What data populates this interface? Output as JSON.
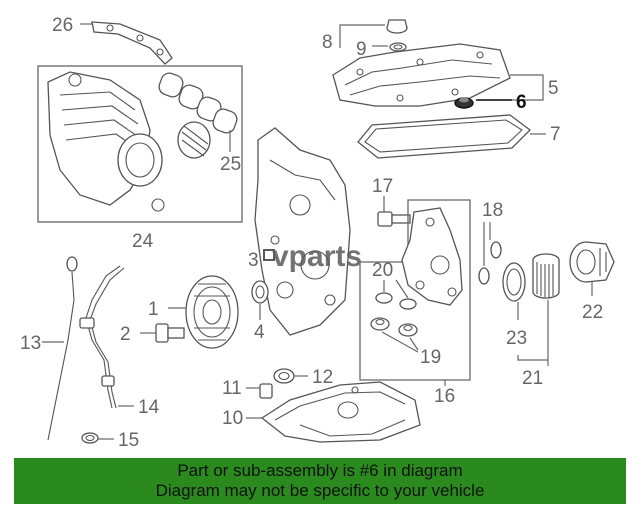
{
  "watermark": "vparts",
  "callouts": [
    "26",
    "8",
    "9",
    "5",
    "6",
    "7",
    "25",
    "24",
    "17",
    "18",
    "3",
    "20",
    "1",
    "2",
    "4",
    "13",
    "19",
    "22",
    "23",
    "21",
    "11",
    "12",
    "10",
    "14",
    "15",
    "16"
  ],
  "highlight_part": "6",
  "banner": {
    "line1": "Part or sub-assembly is #6 in diagram",
    "line2": "Diagram may not be specific to your vehicle"
  },
  "colors": {
    "banner_bg": "#2a8a1e",
    "line": "#555555",
    "label": "#666666"
  }
}
